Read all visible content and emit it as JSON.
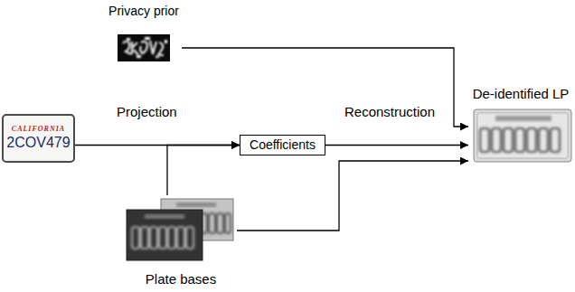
{
  "diagram": {
    "nodes": [
      {
        "text": [
          "Privacy prior"
        ]
      },
      {
        "text": [
          "CALIFORNIA",
          "2COV479"
        ]
      },
      {
        "text": [
          "Coefficients"
        ]
      },
      {
        "text": [
          "De-identified LP"
        ]
      },
      {
        "text": [
          "Plate bases"
        ]
      }
    ],
    "edges": [
      {
        "from": 1,
        "to": 2,
        "arrow": "to",
        "label": "Projection"
      },
      {
        "from": 4,
        "to": 2,
        "arrow": "to"
      },
      {
        "from": 2,
        "to": 3,
        "arrow": "to"
      },
      {
        "from": 0,
        "to": 3,
        "arrow": "to",
        "label": "Reconstruction"
      },
      {
        "from": 4,
        "to": 3,
        "arrow": "to"
      }
    ]
  }
}
